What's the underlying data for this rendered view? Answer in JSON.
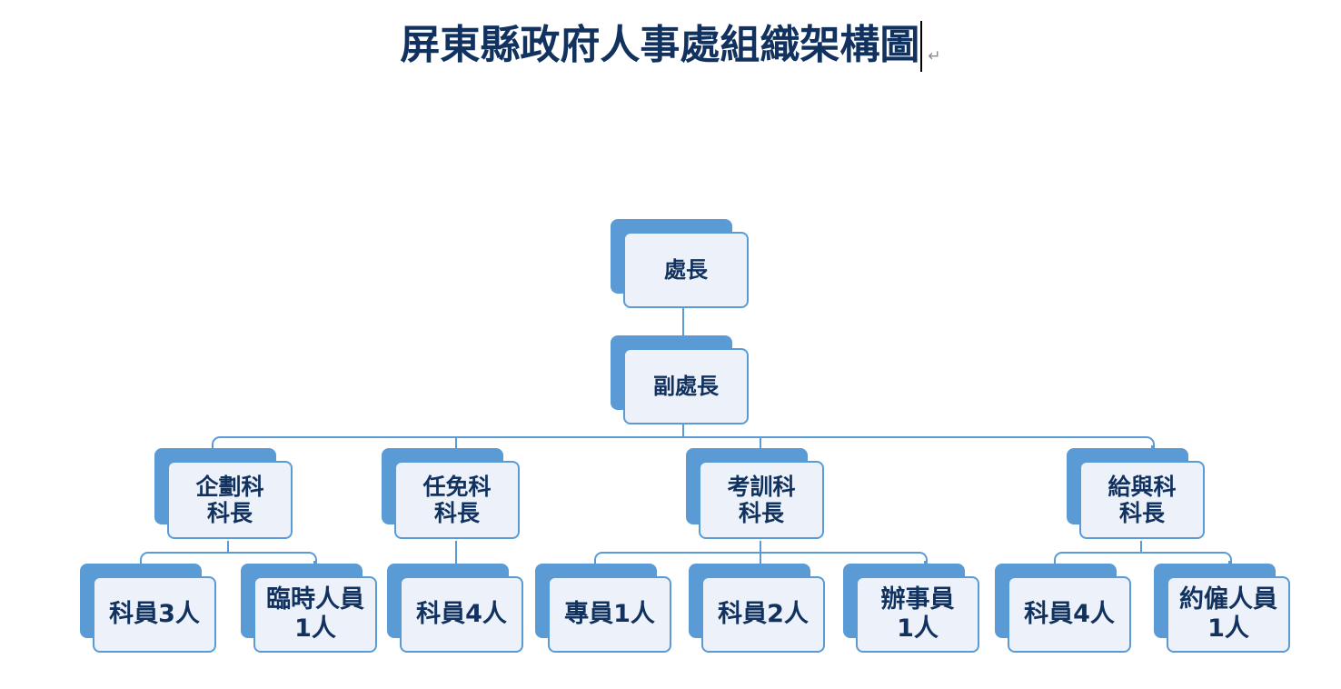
{
  "page": {
    "title": "屏東縣政府人事處組織架構圖",
    "caret_visible": true,
    "paragraph_mark": "↵",
    "background_color": "#FFFFFF"
  },
  "theme": {
    "accent_blue": "#5B9BD5",
    "box_fill": "#EDF2FA",
    "text_navy": "#11315F",
    "connector_color": "#5B9BD5"
  },
  "chart_data": {
    "type": "diagram",
    "subtype": "organization-chart",
    "title": "屏東縣政府人事處組織架構圖",
    "orientation": "top-down",
    "levels": 4,
    "nodes": [
      {
        "id": "n1",
        "label": "處長",
        "level": 1,
        "parent": null
      },
      {
        "id": "n2",
        "label": "副處長",
        "level": 2,
        "parent": "n1"
      },
      {
        "id": "s1",
        "label": "企劃科\n科長",
        "level": 3,
        "parent": "n2"
      },
      {
        "id": "s2",
        "label": "任免科\n科長",
        "level": 3,
        "parent": "n2"
      },
      {
        "id": "s3",
        "label": "考訓科\n科長",
        "level": 3,
        "parent": "n2"
      },
      {
        "id": "s4",
        "label": "給與科\n科長",
        "level": 3,
        "parent": "n2"
      },
      {
        "id": "m1",
        "label": "科員3人",
        "level": 4,
        "parent": "s1",
        "role": "科員",
        "count": 3
      },
      {
        "id": "m2",
        "label": "臨時人員\n1人",
        "level": 4,
        "parent": "s1",
        "role": "臨時人員",
        "count": 1
      },
      {
        "id": "m3",
        "label": "科員4人",
        "level": 4,
        "parent": "s2",
        "role": "科員",
        "count": 4
      },
      {
        "id": "m4",
        "label": "專員1人",
        "level": 4,
        "parent": "s3",
        "role": "專員",
        "count": 1
      },
      {
        "id": "m5",
        "label": "科員2人",
        "level": 4,
        "parent": "s3",
        "role": "科員",
        "count": 2
      },
      {
        "id": "m6",
        "label": "辦事員\n1人",
        "level": 4,
        "parent": "s3",
        "role": "辦事員",
        "count": 1
      },
      {
        "id": "m7",
        "label": "科員4人",
        "level": 4,
        "parent": "s4",
        "role": "科員",
        "count": 4
      },
      {
        "id": "m8",
        "label": "約僱人員\n1人",
        "level": 4,
        "parent": "s4",
        "role": "約僱人員",
        "count": 1
      }
    ]
  },
  "nodes": {
    "director": {
      "label": "處長"
    },
    "deputy_director": {
      "label": "副處長"
    },
    "section_planning": {
      "label": "企劃科\n科長"
    },
    "section_appointment": {
      "label": "任免科\n科長"
    },
    "section_training": {
      "label": "考訓科\n科長"
    },
    "section_payroll": {
      "label": "給與科\n科長"
    },
    "staff_planning_clerks": {
      "label": "科員3人"
    },
    "staff_planning_temp": {
      "label": "臨時人員\n1人"
    },
    "staff_appointment_clerks": {
      "label": "科員4人"
    },
    "staff_training_specialist": {
      "label": "專員1人"
    },
    "staff_training_clerks": {
      "label": "科員2人"
    },
    "staff_training_officer": {
      "label": "辦事員\n1人"
    },
    "staff_payroll_clerks": {
      "label": "科員4人"
    },
    "staff_payroll_contract": {
      "label": "約僱人員\n1人"
    }
  }
}
